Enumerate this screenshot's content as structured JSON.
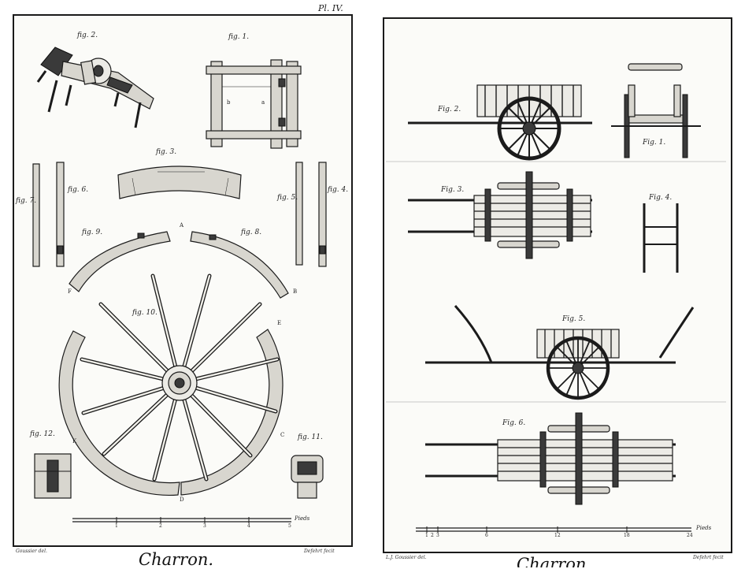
{
  "left_plate": {
    "plate_number": "Pl. IV.",
    "title": "Charron.",
    "credit_left": "Goussier del.",
    "credit_right": "Defehrt fecit",
    "scale_label": "Pieds",
    "scale_ticks": [
      "1",
      "2",
      "3",
      "4",
      "5"
    ],
    "figures": [
      "fig. 2.",
      "fig. 1.",
      "fig. 3.",
      "fig. 7.",
      "fig. 6.",
      "fig. 5.",
      "fig. 4.",
      "fig. 9.",
      "fig. 8.",
      "fig. 10.",
      "fig. 12.",
      "fig. 11."
    ],
    "letters": [
      "A",
      "B",
      "F",
      "E",
      "K",
      "C",
      "D",
      "b",
      "a"
    ]
  },
  "right_plate": {
    "title": "Charron.",
    "credit_left": "L.J. Goussier del.",
    "credit_right": "Defehrt fecit",
    "scale_label": "Pieds",
    "scale_ticks": [
      "1",
      "2",
      "3",
      "6",
      "12",
      "18",
      "24"
    ],
    "figures": [
      "Fig. 2.",
      "Fig. 1.",
      "Fig. 3.",
      "Fig. 4.",
      "Fig. 5.",
      "Fig. 6."
    ]
  }
}
